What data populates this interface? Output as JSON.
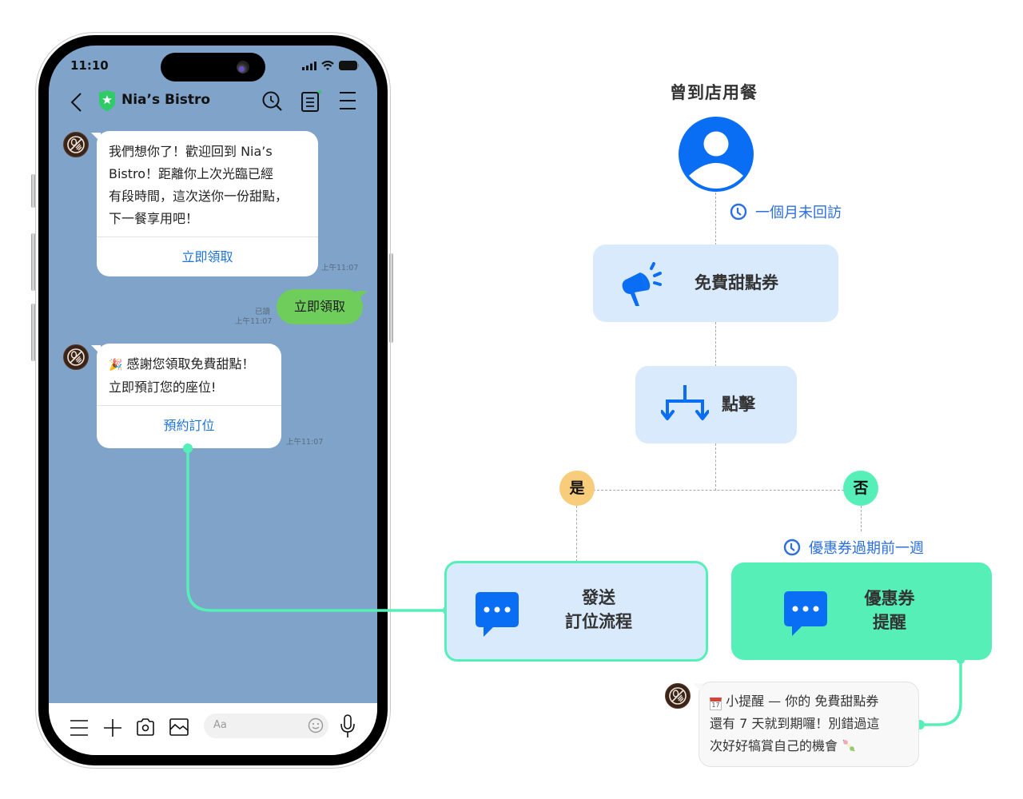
{
  "phone": {
    "status_time": "11:10",
    "chat_title": "Nia’s Bistro",
    "messages": [
      {
        "sender": "bot",
        "text": "我們想你了！歡迎回到 Nia’s Bistro！距離你上次光臨已經有段時間，這次送你一份甜點，下一餐享用吧！",
        "lines": [
          "我們想你了！歡迎回到 Nia’s",
          "Bistro！距離你上次光臨已經",
          "有段時間，這次送你一份甜點，",
          "下一餐享用吧！"
        ],
        "action_label": "立即領取",
        "timestamp": "上午11:07"
      },
      {
        "sender": "user",
        "text": "立即領取",
        "read_label": "已讀",
        "timestamp": "上午11:07"
      },
      {
        "sender": "bot",
        "lines": [
          "🎉 感謝您領取免費甜點！",
          "立即預訂您的座位!"
        ],
        "emoji": "party-popper",
        "line1_text": "感謝您領取免費甜點！",
        "action_label": "預約訂位",
        "timestamp": "上午11:07"
      }
    ],
    "input_placeholder": "Aa",
    "icons": {
      "header": [
        "back-icon",
        "verified-shield-icon",
        "search-icon",
        "notes-icon",
        "menu-icon"
      ],
      "input_bar": [
        "menu-icon",
        "plus-icon",
        "camera-icon",
        "image-icon",
        "emoji-icon",
        "microphone-icon"
      ]
    }
  },
  "flow": {
    "title": "曾到店用餐",
    "start_icon": "user-icon",
    "wait_1": "一個月未回訪",
    "node_coupon": "免費甜點券",
    "node_click": "點擊",
    "branch_yes": "是",
    "branch_no": "否",
    "wait_2": "優惠券過期前一週",
    "node_send_line1": "發送",
    "node_send_line2": "訂位流程",
    "node_remind_line1": "優惠券",
    "node_remind_line2": "提醒",
    "reminder_message": {
      "line1": "小提醒 — 你的 免費甜點券",
      "line2": "還有 7 天就到期囉！別錯過這",
      "line3": "次好好犒賞自己的機會",
      "calendar_day": "17"
    }
  },
  "colors": {
    "chat_bg": "#7fa3c9",
    "accent_blue": "#0a6ef5",
    "node_blue": "#d9eafc",
    "mint": "#56efb8",
    "yes_badge": "#f7cc7a",
    "user_bubble": "#6fcd5c",
    "link_blue": "#1e73d6"
  }
}
